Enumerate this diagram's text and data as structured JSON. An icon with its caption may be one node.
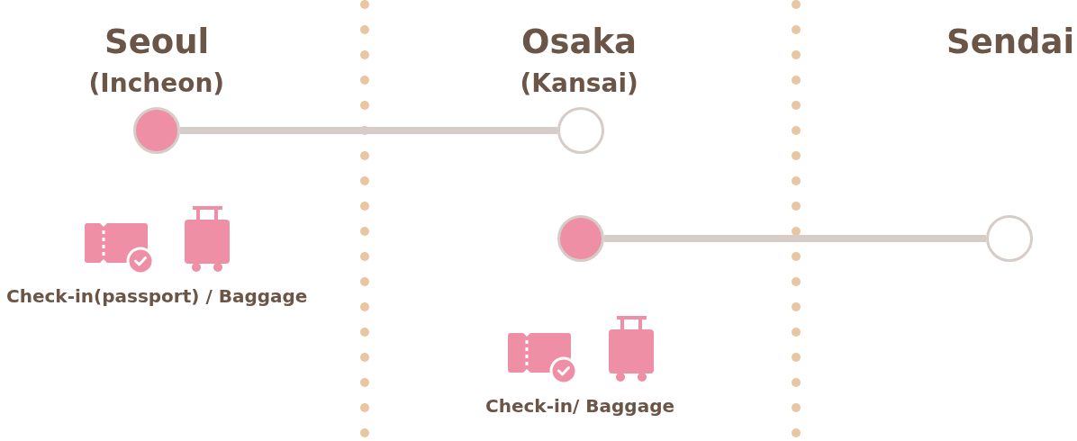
{
  "diagram": {
    "nodes": [
      {
        "text": [],
        "shape": "circle"
      },
      {
        "text": [],
        "shape": "circle"
      },
      {
        "text": [],
        "shape": "circle"
      },
      {
        "text": [],
        "shape": "circle"
      }
    ],
    "edges": [
      {
        "from": 0,
        "to": 1,
        "arrow": "none"
      },
      {
        "from": 2,
        "to": 3,
        "arrow": "none"
      }
    ],
    "labels": [
      "Seoul",
      "Osaka",
      "Sendai",
      "(Incheon)",
      "(Kansai)",
      "Check-in(passport) / Baggage",
      "Check-in/ Baggage"
    ]
  }
}
